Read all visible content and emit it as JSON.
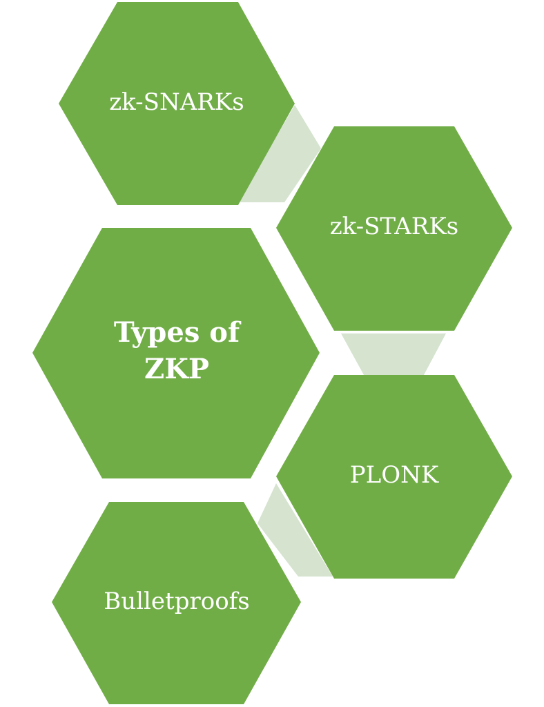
{
  "diagram": {
    "center": {
      "line1": "Types of",
      "line2": "ZKP"
    },
    "items": [
      {
        "label": "zk-SNARKs"
      },
      {
        "label": "zk-STARKs"
      },
      {
        "label": "PLONK"
      },
      {
        "label": "Bulletproofs"
      }
    ]
  },
  "colors": {
    "hex_fill": "#71AD47",
    "connector_fill": "#D5E3CF",
    "label_text": "#FFFFFF",
    "background": "#FFFFFF"
  }
}
